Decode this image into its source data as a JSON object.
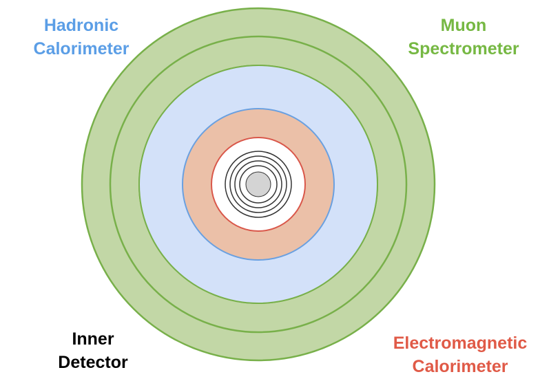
{
  "labels": {
    "hadronic": {
      "line1": "Hadronic",
      "line2": "Calorimeter",
      "color": "#5b9ee6"
    },
    "muon": {
      "line1": "Muon",
      "line2": "Spectrometer",
      "color": "#76b843"
    },
    "inner": {
      "line1": "Inner",
      "line2": "Detector",
      "color": "#000000"
    },
    "em": {
      "line1": "Electromagnetic",
      "line2": "Calorimeter",
      "color": "#e05a47"
    }
  },
  "colors": {
    "muon_fill": "#c2d7a6",
    "muon_stroke": "#78b04a",
    "hadronic_fill": "#d3e1f9",
    "hadronic_stroke": "#6aa0e0",
    "em_fill": "#ebc0a8",
    "em_stroke": "#d9574a",
    "inner_fill": "#ffffff",
    "tracker_fill": "#d4d4d4",
    "tracker_stroke": "#333333"
  }
}
